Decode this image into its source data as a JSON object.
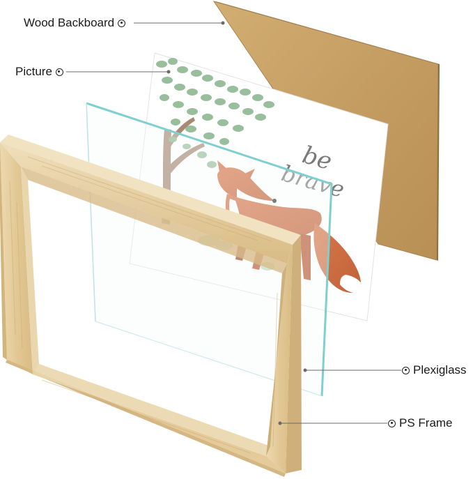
{
  "parts": {
    "backboard": {
      "label": "Wood Backboard",
      "color": "#c9a46a"
    },
    "picture": {
      "label": "Picture",
      "artwork_text": [
        "be",
        "brave"
      ]
    },
    "plexiglass": {
      "label": "Plexiglass",
      "edge_color": "#7fcfcf"
    },
    "frame": {
      "label": "PS Frame",
      "color": "#e6cfa0"
    }
  },
  "icons": [
    "callout-dot-icon",
    "fox-illustration",
    "tree-illustration"
  ]
}
